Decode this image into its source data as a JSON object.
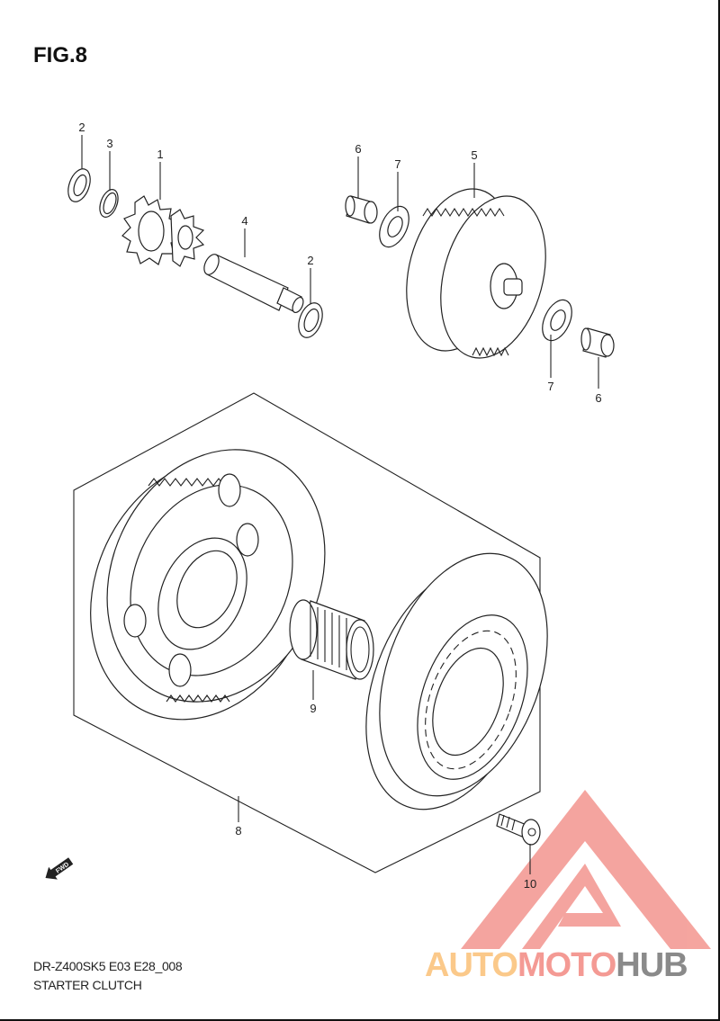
{
  "figure": {
    "title": "FIG.8"
  },
  "callouts": [
    "1",
    "2",
    "3",
    "4",
    "5",
    "6",
    "7",
    "8",
    "9",
    "10"
  ],
  "caption": {
    "model_code": "DR-Z400SK5 E03 E28_008",
    "name": "STARTER CLUTCH"
  },
  "direction_marker": {
    "label": "FWD"
  },
  "watermark": {
    "part1": "AUTO",
    "part2": "MOTO",
    "part3": "HUB",
    "colors": {
      "auto": "#fbc98a",
      "moto": "#f49a94",
      "hub": "#8a8a8a",
      "triangle": "#f4a09a"
    }
  }
}
